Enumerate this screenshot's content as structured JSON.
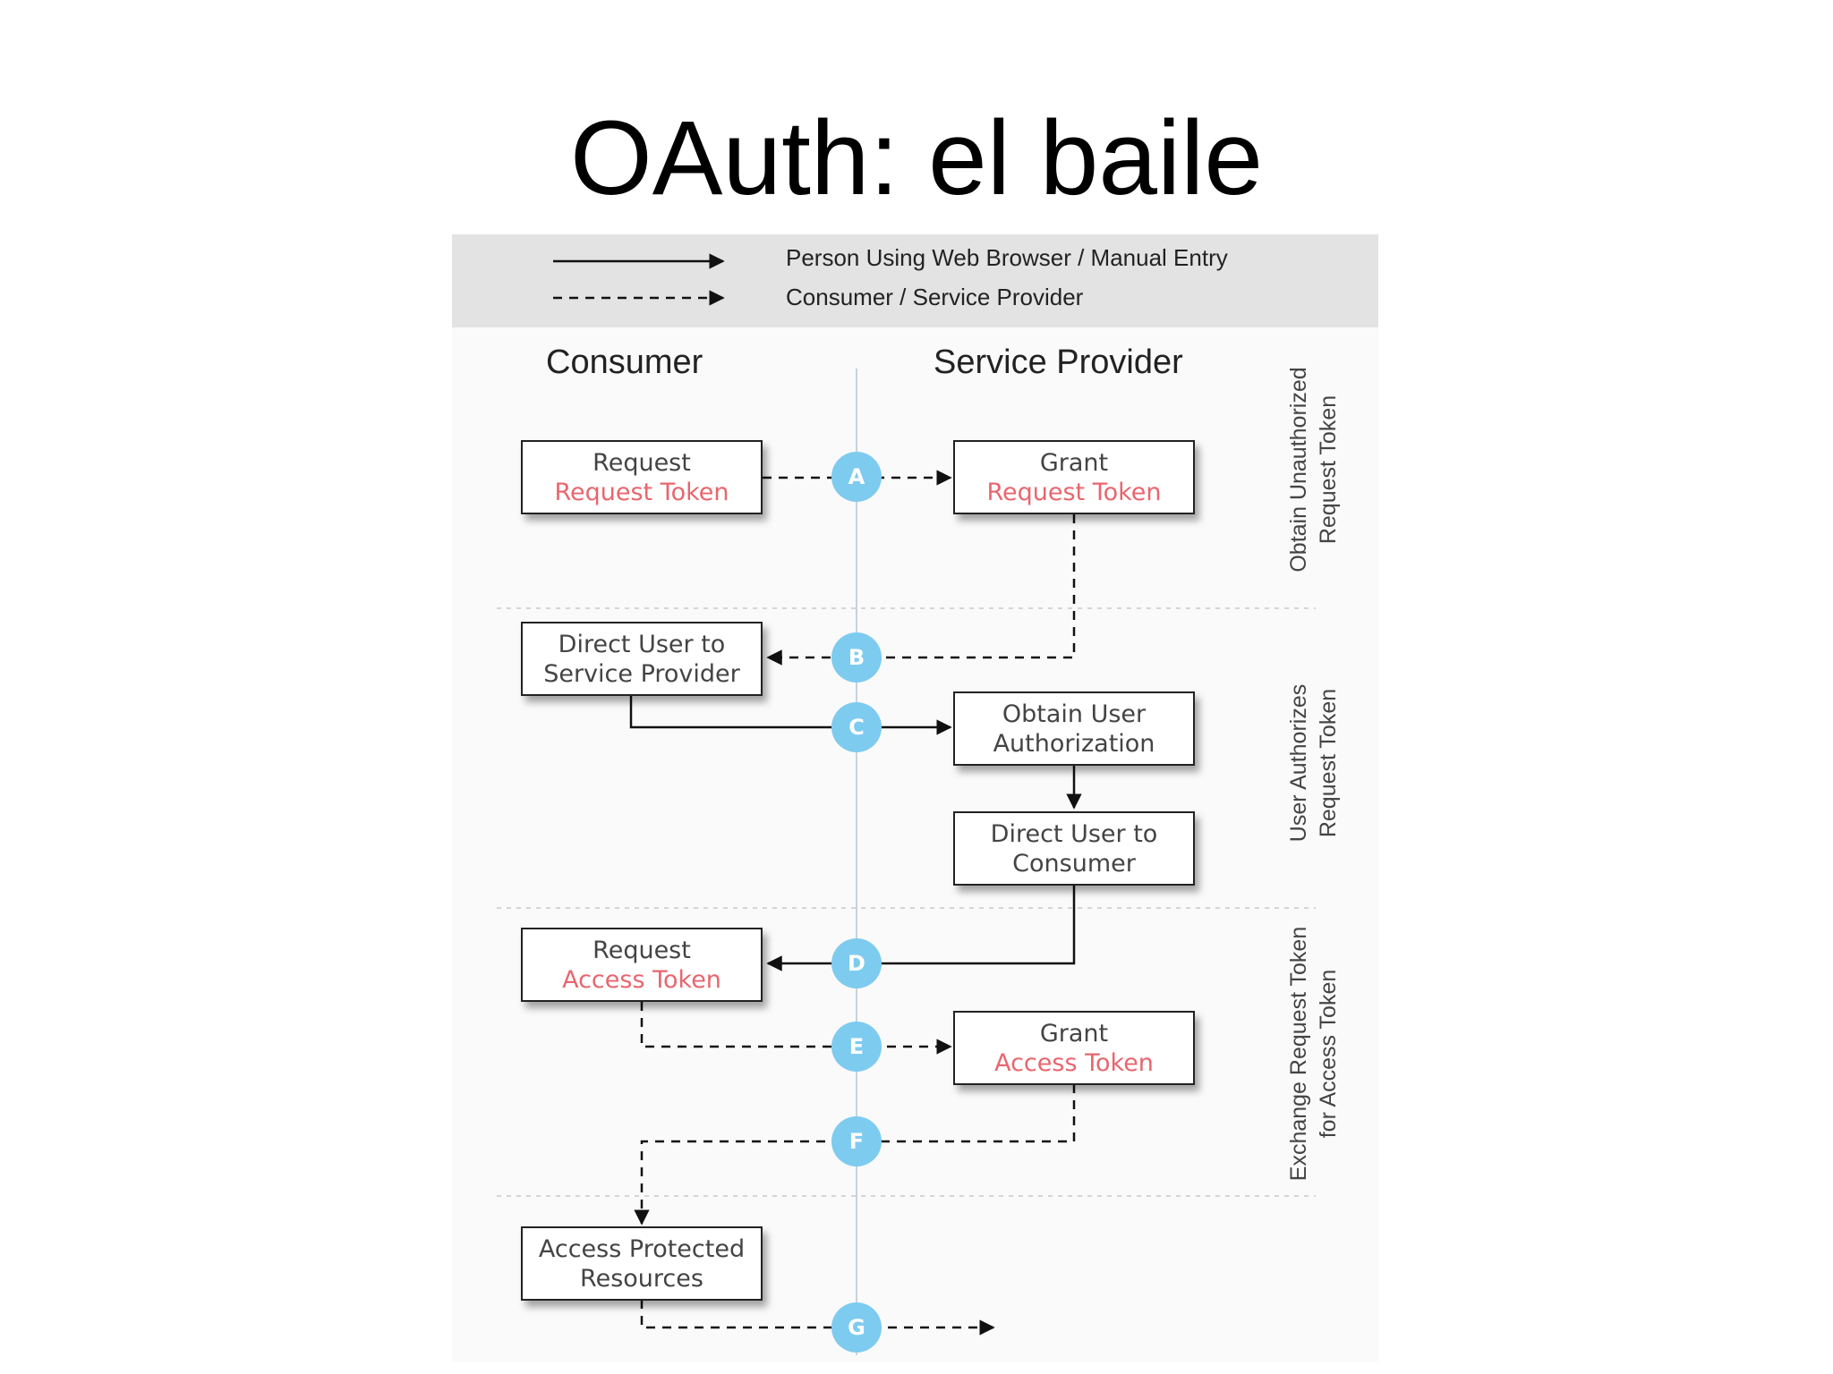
{
  "title": "OAuth: el baile",
  "legend": {
    "solid": "Person Using Web Browser / Manual Entry",
    "dashed": "Consumer / Service Provider"
  },
  "columns": {
    "consumer": "Consumer",
    "provider": "Service Provider"
  },
  "phases": [
    {
      "line1": "Obtain Unauthorized",
      "line2": "Request Token"
    },
    {
      "line1": "User Authorizes",
      "line2": "Request Token"
    },
    {
      "line1": "Exchange Request Token",
      "line2": "for Access Token"
    }
  ],
  "boxes": {
    "request_request_token": {
      "line1": "Request",
      "line2": "Request Token"
    },
    "grant_request_token": {
      "line1": "Grant",
      "line2": "Request Token"
    },
    "direct_user_to_sp": {
      "line1": "Direct User to",
      "line2": "Service Provider"
    },
    "obtain_user_auth": {
      "line1": "Obtain User",
      "line2": "Authorization"
    },
    "direct_user_to_consumer": {
      "line1": "Direct User to",
      "line2": "Consumer"
    },
    "request_access_token": {
      "line1": "Request",
      "line2": "Access Token"
    },
    "grant_access_token": {
      "line1": "Grant",
      "line2": "Access Token"
    },
    "access_protected": {
      "line1": "Access Protected",
      "line2": "Resources"
    }
  },
  "steps": [
    "A",
    "B",
    "C",
    "D",
    "E",
    "F",
    "G"
  ],
  "colors": {
    "accent": "#e8666e",
    "step": "#7ecbf0",
    "legend_bg": "#e3e3e3"
  }
}
